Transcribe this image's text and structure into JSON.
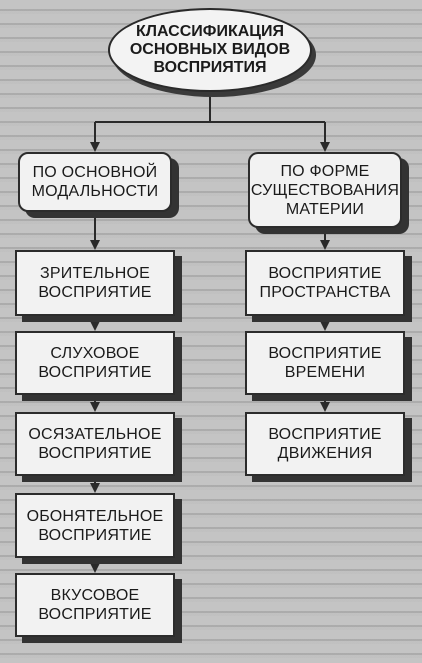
{
  "root": {
    "label": "КЛАССИФИКАЦИЯ\nОСНОВНЫХ ВИДОВ\nВОСПРИЯТИЯ"
  },
  "left": {
    "header": "ПО ОСНОВНОЙ\nМОДАЛЬНОСТИ",
    "items": [
      "ЗРИТЕЛЬНОЕ\nВОСПРИЯТИЕ",
      "СЛУХОВОЕ\nВОСПРИЯТИЕ",
      "ОСЯЗАТЕЛЬНОЕ\nВОСПРИЯТИЕ",
      "ОБОНЯТЕЛЬНОЕ\nВОСПРИЯТИЕ",
      "ВКУСОВОЕ\nВОСПРИЯТИЕ"
    ]
  },
  "right": {
    "header": "ПО ФОРМЕ\nСУЩЕСТВОВАНИЯ\nМАТЕРИИ",
    "items": [
      "ВОСПРИЯТИЕ\nПРОСТРАНСТВА",
      "ВОСПРИЯТИЕ\nВРЕМЕНИ",
      "ВОСПРИЯТИЕ\nДВИЖЕНИЯ"
    ]
  },
  "colors": {
    "background": "#b9b9b9",
    "box_fill": "#f2f2f2",
    "line": "#2c2c2c"
  }
}
